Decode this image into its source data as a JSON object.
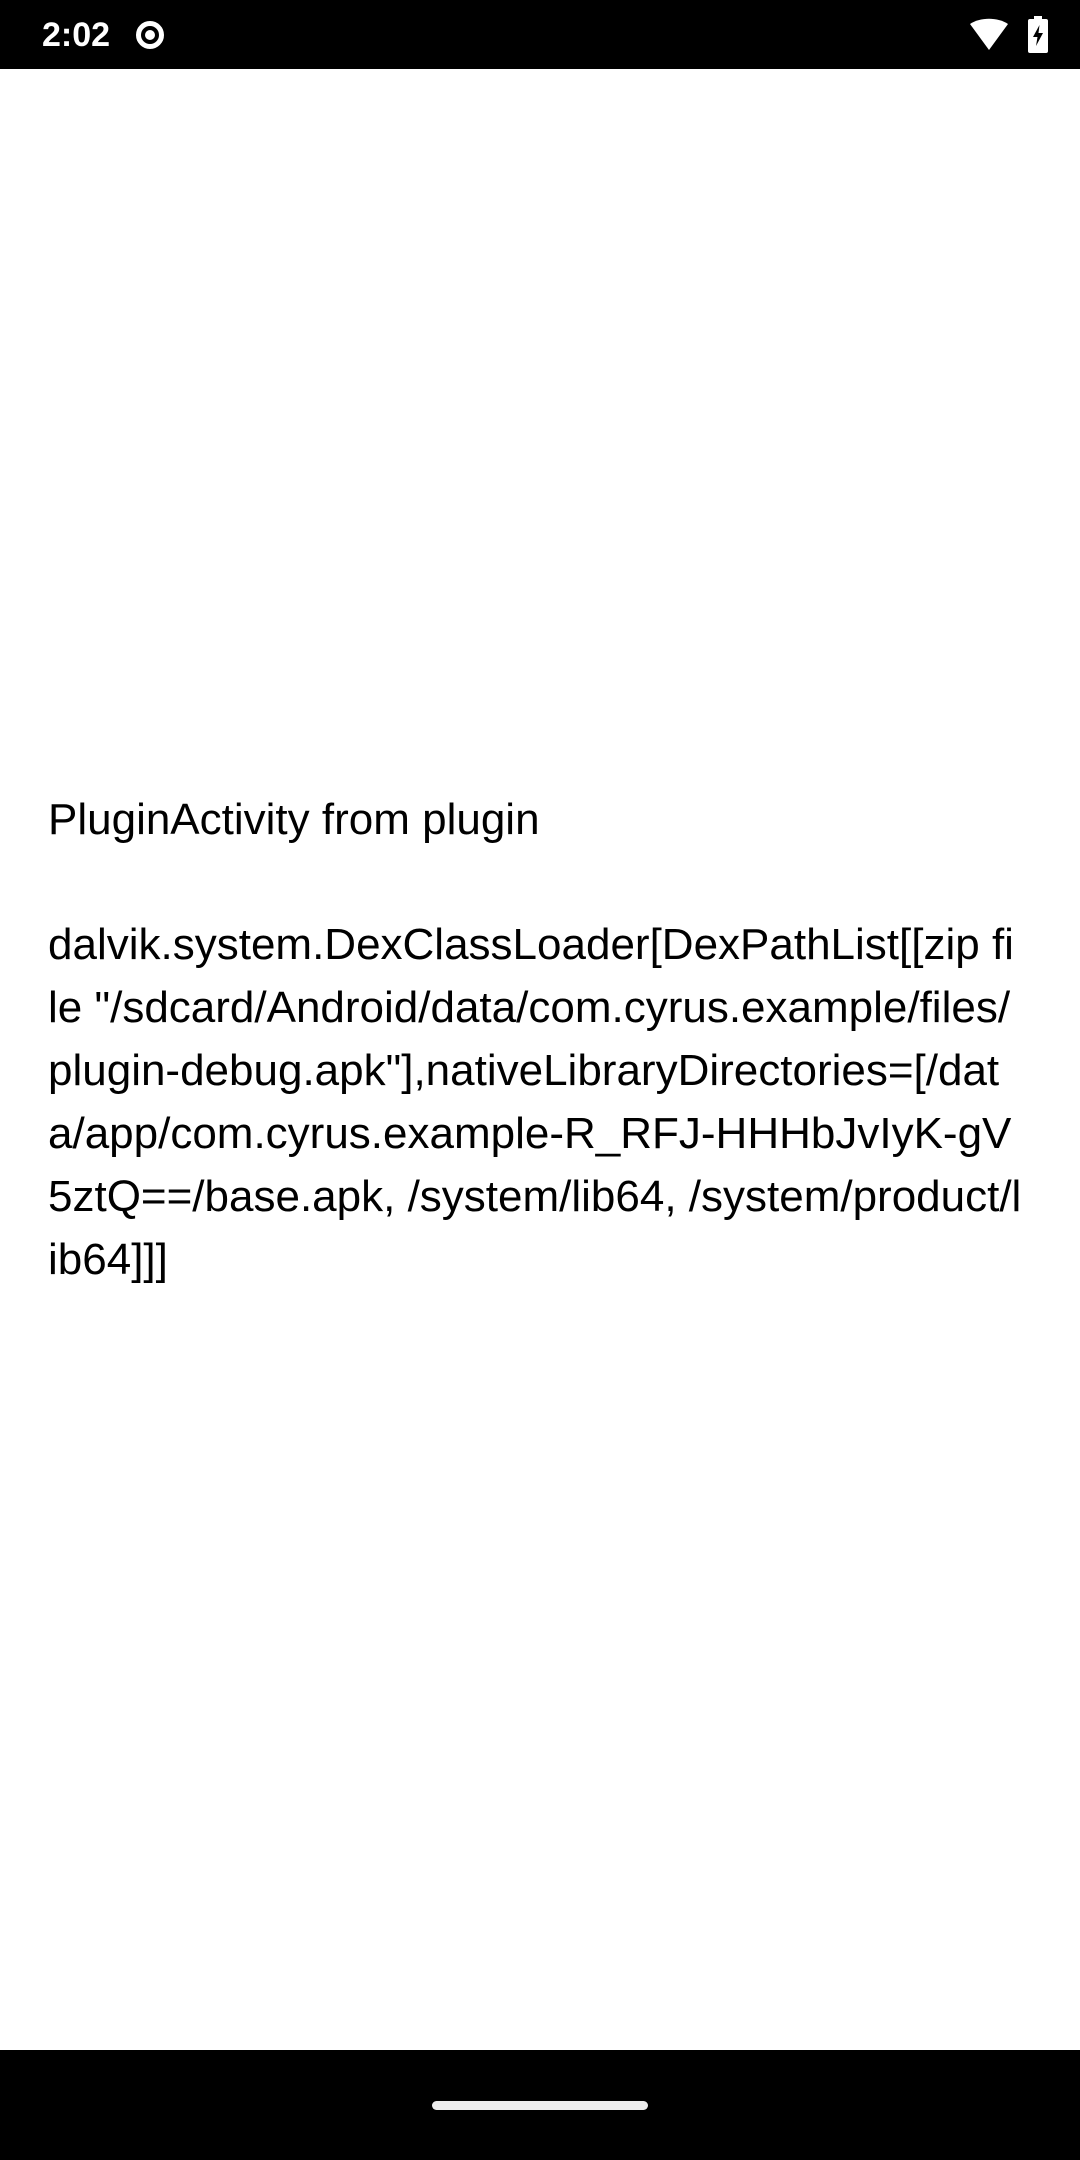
{
  "status_bar": {
    "clock": "2:02",
    "background_color": "#000000",
    "foreground_color": "#ffffff",
    "icons": [
      {
        "name": "notification-dot-icon",
        "glyph": "record-circle"
      },
      {
        "name": "wifi-icon",
        "glyph": "wifi-full"
      },
      {
        "name": "battery-charging-icon",
        "glyph": "battery-bolt"
      }
    ]
  },
  "screen": {
    "background_color": "#ffffff",
    "text_color": "#000000",
    "heading": "PluginActivity from plugin",
    "body": "dalvik.system.DexClassLoader[DexPathList[[zip file \"/sdcard/Android/data/com.cyrus.example/files/plugin-debug.apk\"],nativeLibraryDirectories=[/data/app/com.cyrus.example-R_RFJ-HHHbJvIyK-gV5ztQ==/base.apk, /system/lib64, /system/product/lib64]]]",
    "body_lines": [
      "dalvik.system.DexClassLoader[DexPathL",
      "ist[[zip file \"/sdcard/Android/data/",
      "com.cyrus.example/files/",
      "plugin-debug.apk\"],nativeLibraryDirectori",
      "es=[/data/app/",
      "com.cyrus.example-R_RFJ-HHHbJvIyK-g",
      "V5ztQ==/base.apk, /system/lib64, /",
      "system/product/lib64]]]"
    ]
  },
  "nav_bar": {
    "background_color": "#000000",
    "pill_color": "#ededed"
  }
}
